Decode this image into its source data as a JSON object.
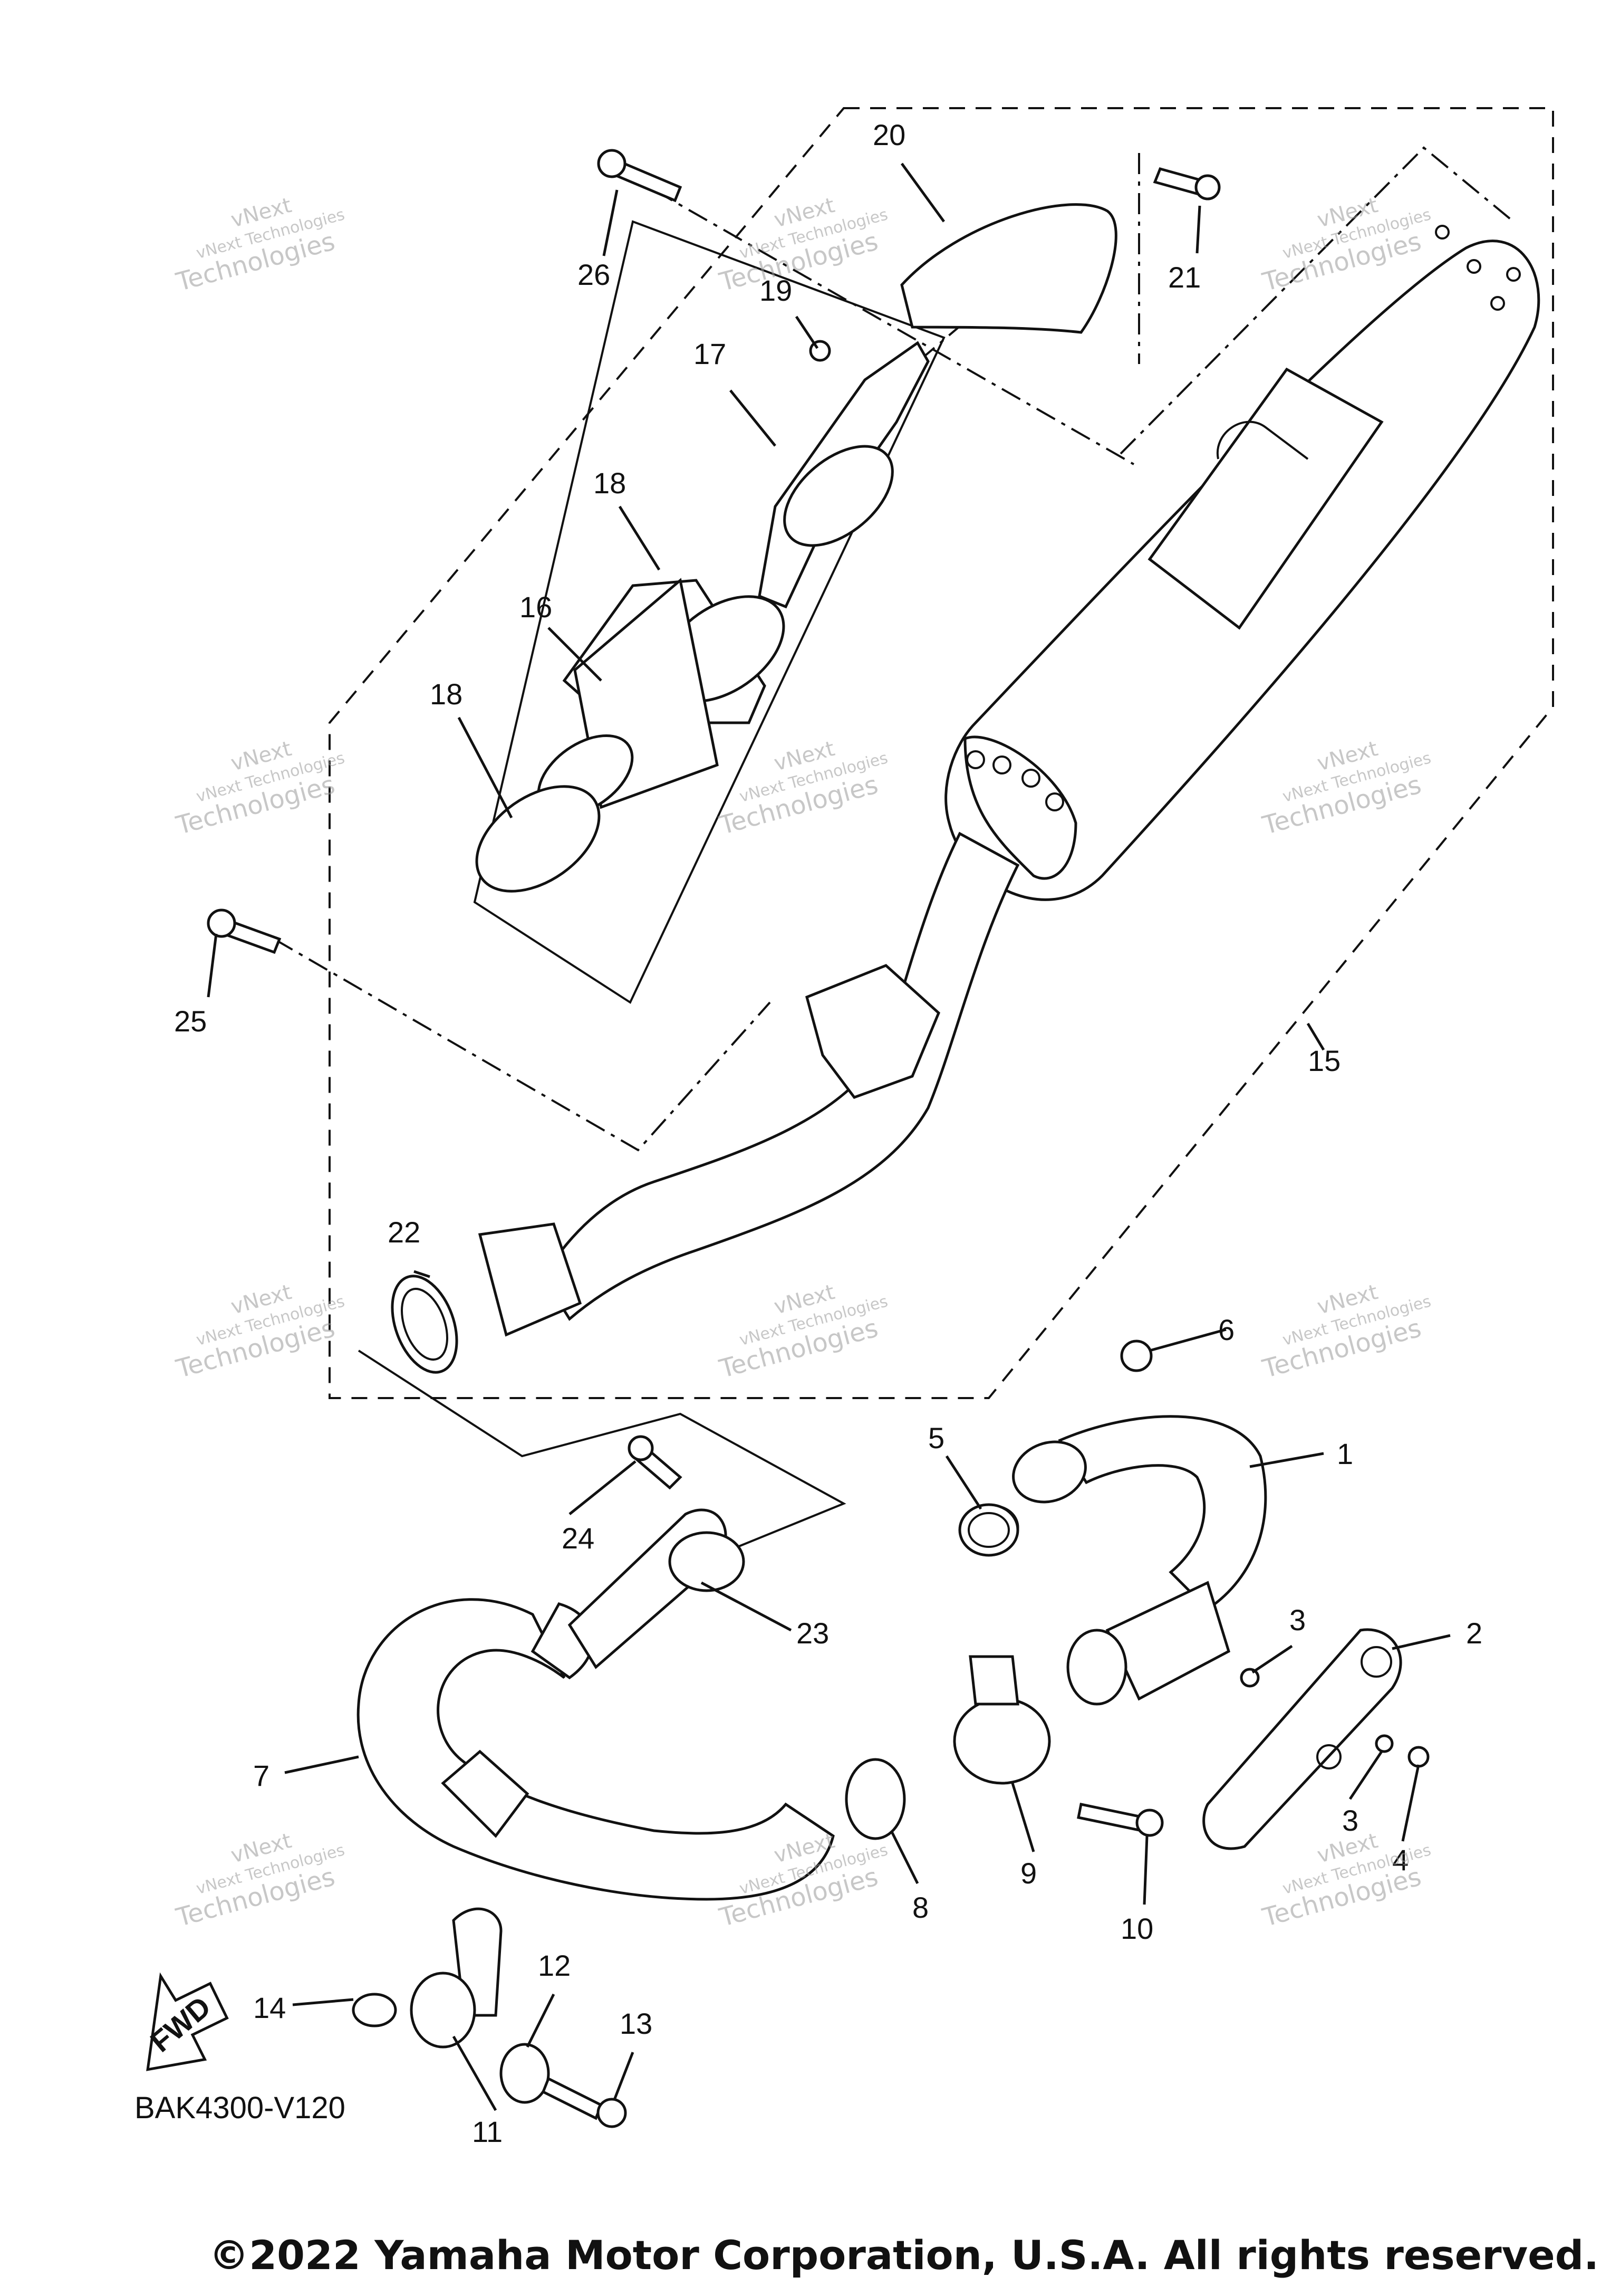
{
  "diagram": {
    "part_code": "BAK4300-V120",
    "fwd_label": "FWD",
    "watermark_line1": "vNext",
    "watermark_line2": "vNext Technologies",
    "watermark_line3": "Technologies",
    "copyright": "©2022 Yamaha Motor Corporation, U.S.A. All rights reserved.",
    "callouts": [
      "1",
      "2",
      "3",
      "3",
      "4",
      "5",
      "6",
      "7",
      "8",
      "9",
      "10",
      "11",
      "12",
      "13",
      "14",
      "15",
      "16",
      "17",
      "18",
      "18",
      "19",
      "20",
      "21",
      "22",
      "23",
      "24",
      "25",
      "26"
    ]
  }
}
